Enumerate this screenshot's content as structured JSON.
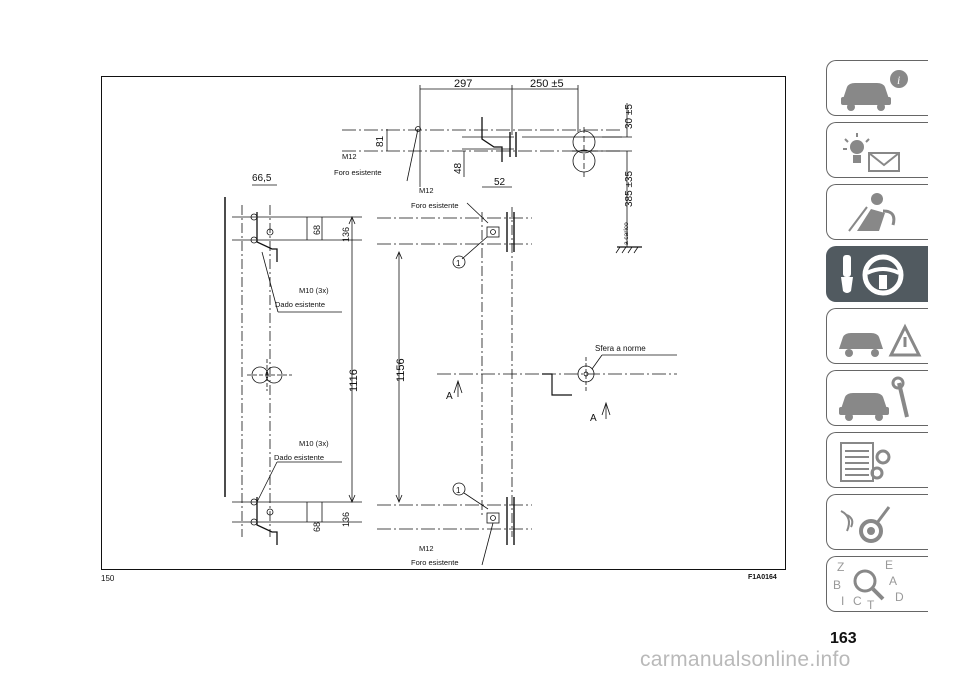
{
  "figure": {
    "number": "150",
    "code": "F1A0164",
    "dimensions": {
      "d297": "297",
      "d250": "250 ±5",
      "d30": "30 ±5",
      "d385": "385 ±35",
      "d81": "81",
      "d48": "48",
      "d52": "52",
      "d66": "66,5",
      "d68_top": "68",
      "d136_top": "136",
      "d1116": "1116",
      "d1156": "1156",
      "d68_bottom": "68",
      "d136_bottom": "136"
    },
    "labels": {
      "m12_a": "M12",
      "foro_a": "Foro esistente",
      "m12_b": "M12",
      "foro_b": "Foro esistente",
      "m12_c": "M12",
      "foro_c": "Foro esistente",
      "m10_a": "M10 (3x)",
      "dado_a": "Dado esistente",
      "m10_b": "M10 (3x)",
      "dado_b": "Dado esistente",
      "sfera": "Sfera a norme",
      "carico": "a carico",
      "callout1_a": "1",
      "callout1_b": "1",
      "section_a1": "A",
      "section_a2": "A"
    }
  },
  "page_number": "163",
  "watermark": "carmanualsonline.info",
  "sidebar": {
    "tabs": [
      {
        "id": "car-info",
        "icon": "car-info-icon",
        "active": false
      },
      {
        "id": "warning-lights",
        "icon": "warning-lights-icon",
        "active": false
      },
      {
        "id": "safety",
        "icon": "airbag-person-icon",
        "active": false
      },
      {
        "id": "starting-driving",
        "icon": "key-steering-wheel-icon",
        "active": true
      },
      {
        "id": "emergency",
        "icon": "car-crash-warning-icon",
        "active": false
      },
      {
        "id": "maintenance",
        "icon": "car-wrench-icon",
        "active": false
      },
      {
        "id": "technical-data",
        "icon": "list-gears-icon",
        "active": false
      },
      {
        "id": "multimedia",
        "icon": "music-note-icon",
        "active": false
      },
      {
        "id": "index",
        "icon": "alphabet-search-icon",
        "active": false,
        "letters": [
          "Z",
          "E",
          "B",
          "A",
          "I",
          "C",
          "T",
          "D"
        ]
      }
    ]
  }
}
